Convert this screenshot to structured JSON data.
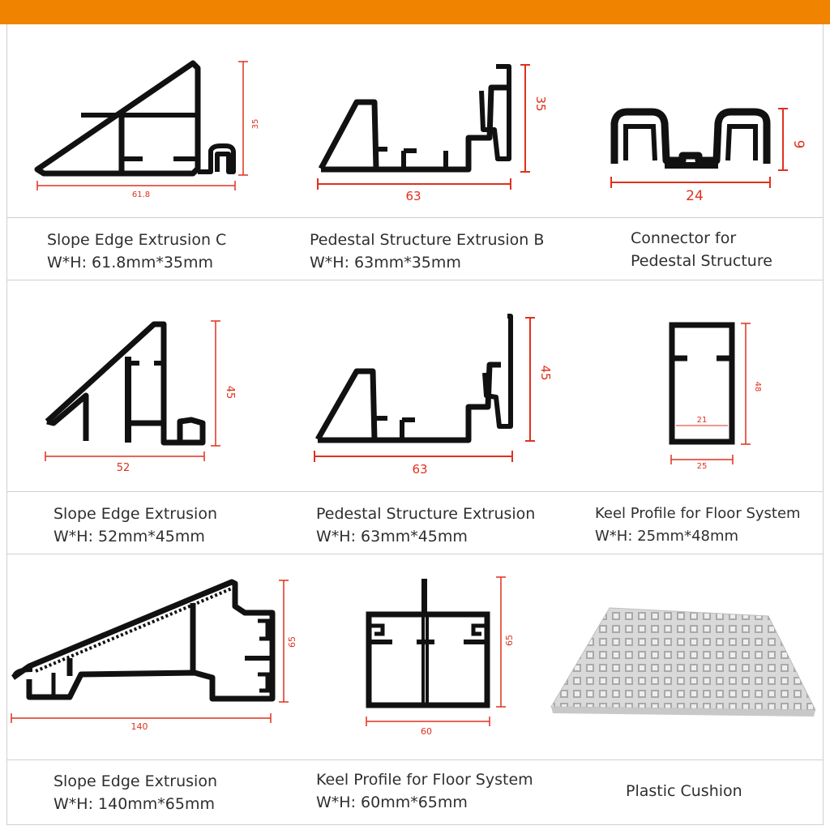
{
  "colors": {
    "accent_bar": "#f08400",
    "dimension": "#e0301e",
    "profile": "#111111"
  },
  "products": [
    {
      "name": "Slope Edge Extrusion C",
      "size": "W*H: 61.8mm*35mm",
      "dims": {
        "width": "61.8",
        "height": "35"
      }
    },
    {
      "name": "Pedestal Structure Extrusion B",
      "size": "W*H: 63mm*35mm",
      "dims": {
        "width": "63",
        "height": "35"
      }
    },
    {
      "name": "Connector for",
      "size": "Pedestal Structure",
      "dims": {
        "width": "24",
        "height": "9"
      }
    },
    {
      "name": "Slope Edge Extrusion",
      "size": "W*H: 52mm*45mm",
      "dims": {
        "width": "52",
        "height": "45"
      }
    },
    {
      "name": "Pedestal Structure Extrusion",
      "size": "W*H: 63mm*45mm",
      "dims": {
        "width": "63",
        "height": "45"
      }
    },
    {
      "name": "Keel Profile for Floor System",
      "size": "W*H: 25mm*48mm",
      "dims": {
        "width": "25",
        "inner": "21",
        "height": "48"
      }
    },
    {
      "name": "Slope Edge Extrusion",
      "size": "W*H: 140mm*65mm",
      "dims": {
        "width": "140",
        "height": "65"
      }
    },
    {
      "name": "Keel Profile for Floor System",
      "size": "W*H: 60mm*65mm",
      "dims": {
        "width": "60",
        "height": "65"
      }
    },
    {
      "name": "Plastic Cushion",
      "size": "",
      "dims": {}
    }
  ]
}
